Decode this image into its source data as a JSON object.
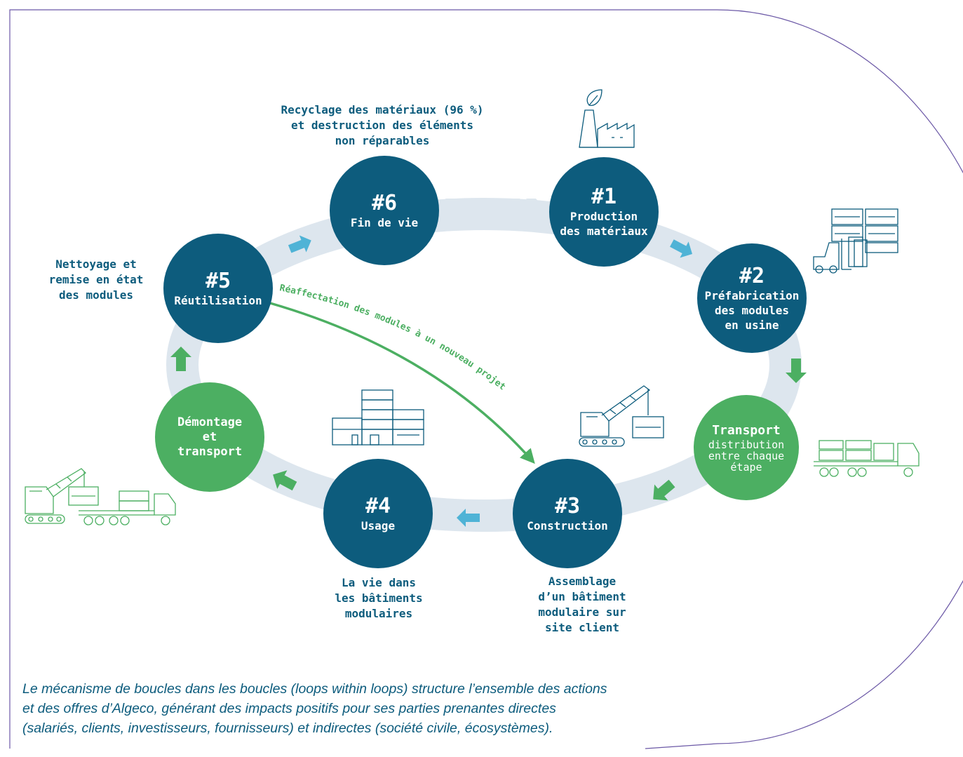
{
  "nodes": {
    "n1": {
      "number": "#1",
      "label_1": "Production",
      "label_2": "des matériaux"
    },
    "n2": {
      "number": "#2",
      "label_1": "Préfabrication",
      "label_2": "des modules",
      "label_3": "en usine"
    },
    "transport": {
      "title": "Transport",
      "sub_1": "distribution",
      "sub_2": "entre chaque",
      "sub_3": "étape"
    },
    "n3": {
      "number": "#3",
      "label": "Construction"
    },
    "n4": {
      "number": "#4",
      "label": "Usage"
    },
    "demontage": {
      "label_1": "Démontage",
      "label_2": "et",
      "label_3": "transport"
    },
    "n5": {
      "number": "#5",
      "label": "Réutilisation"
    },
    "n6": {
      "number": "#6",
      "label": "Fin de vie"
    }
  },
  "notes": {
    "recyclage": [
      "Recyclage des matériaux (96 %)",
      "et destruction des éléments",
      "non réparables"
    ],
    "nettoyage": [
      "Nettoyage et",
      "remise en état",
      "des modules"
    ],
    "usage": [
      "La vie dans",
      "les bâtiments",
      "modulaires"
    ],
    "construction": [
      "Assemblage",
      "d’un bâtiment",
      "modulaire sur",
      "site client"
    ]
  },
  "reallocation_label": "Réaffectation des modules à un nouveau projet",
  "caption": [
    "Le mécanisme de boucles dans les boucles (loops within loops) structure l’ensemble des actions",
    "et des offres d’Algeco, générant des impacts positifs pour ses parties prenantes directes",
    "(salariés, clients, investisseurs, fournisseurs) et indirectes (société civile, écosystèmes)."
  ],
  "colors": {
    "dark_blue": "#0d5c7d",
    "green": "#4caf62",
    "light_blue_arrow": "#4fb3d6",
    "ring": "#dde6ee",
    "frame": "#6b58a6"
  },
  "icons": [
    "factory-leaf-icon",
    "forklift-modules-icon",
    "truck-modules-icon",
    "crane-module-icon",
    "modular-building-icon",
    "crane-truck-icon"
  ]
}
